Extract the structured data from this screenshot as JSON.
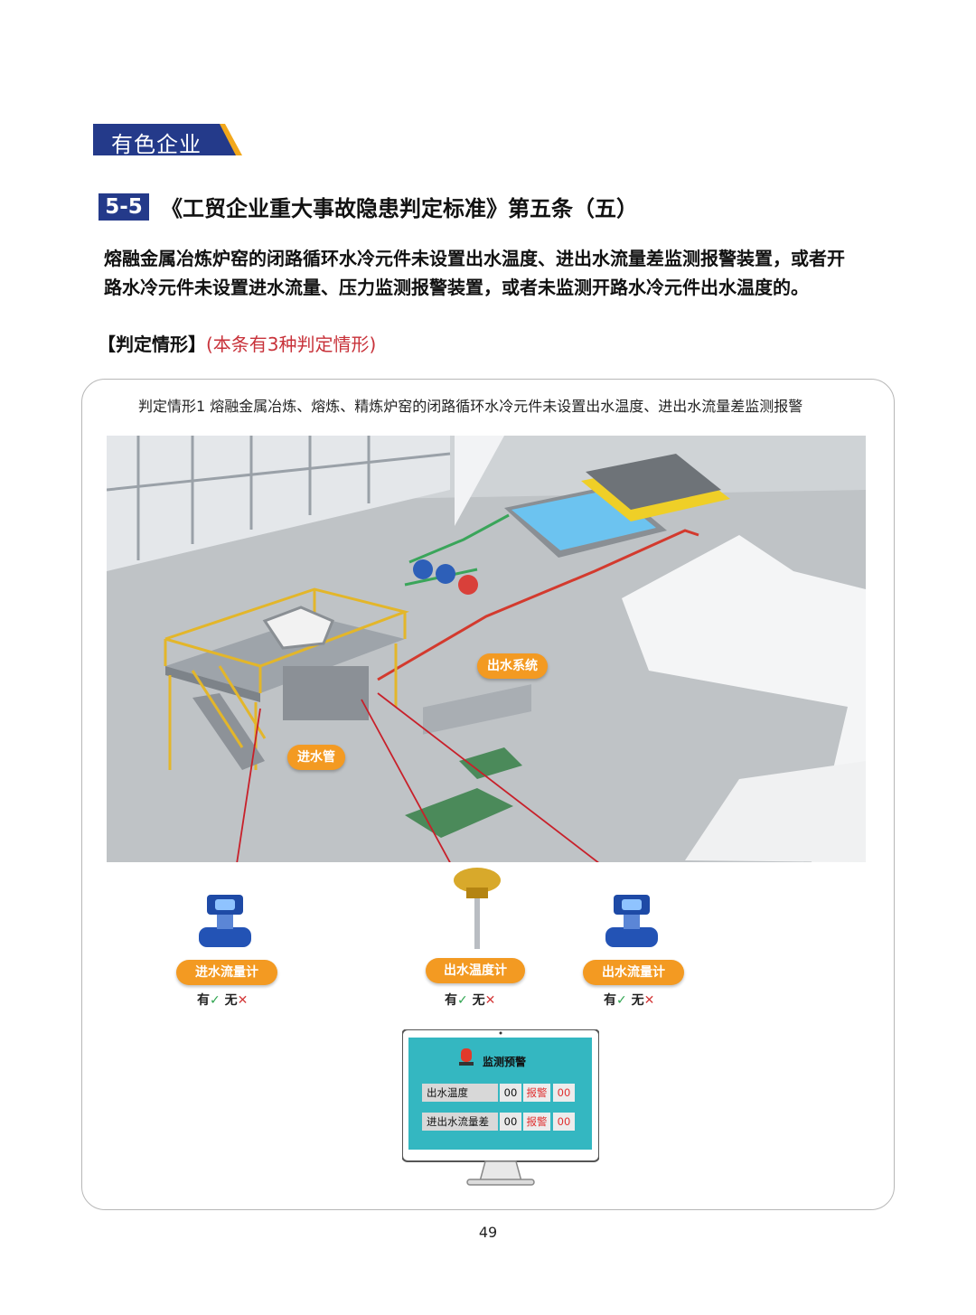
{
  "category": "有色企业",
  "section": {
    "number": "5-5",
    "title": "《工贸企业重大事故隐患判定标准》第五条（五）"
  },
  "paragraph_lines": [
    "熔融金属冶炼炉窑的闭路循环水冷元件未设置出水温度、进出水流量差监测报警装置，或者开",
    "路水冷元件未设置进水流量、压力监测报警装置，或者未监测开路水冷元件出水温度的。"
  ],
  "judge_heading": {
    "key": "【判定情形】",
    "note": "(本条有3种判定情形)"
  },
  "card_caption": "判定情形1  熔融金属冶炼、熔炼、精炼炉窑的闭路循环水冷元件未设置出水温度、进出水流量差监测报警",
  "scene_labels": {
    "outlet_system": "出水系统",
    "inlet_pipe": "进水管"
  },
  "instruments": [
    {
      "label": "进水流量计",
      "yes": "有",
      "no": "无"
    },
    {
      "label": "出水温度计",
      "yes": "有",
      "no": "无"
    },
    {
      "label": "出水流量计",
      "yes": "有",
      "no": "无"
    }
  ],
  "monitor": {
    "title": "监测预警",
    "rows": [
      {
        "label": "出水温度",
        "value": "00",
        "alarm": "报警",
        "alarm_value": "00"
      },
      {
        "label": "进出水流量差",
        "value": "00",
        "alarm": "报警",
        "alarm_value": "00"
      }
    ]
  },
  "page_number": "49",
  "colors": {
    "tag_navy": "#243a8a",
    "tag_accent": "#f2a81c",
    "alarm_red": "#c8323a",
    "pill_orange": "#f39a22",
    "screen_teal": "#34b7c1"
  }
}
